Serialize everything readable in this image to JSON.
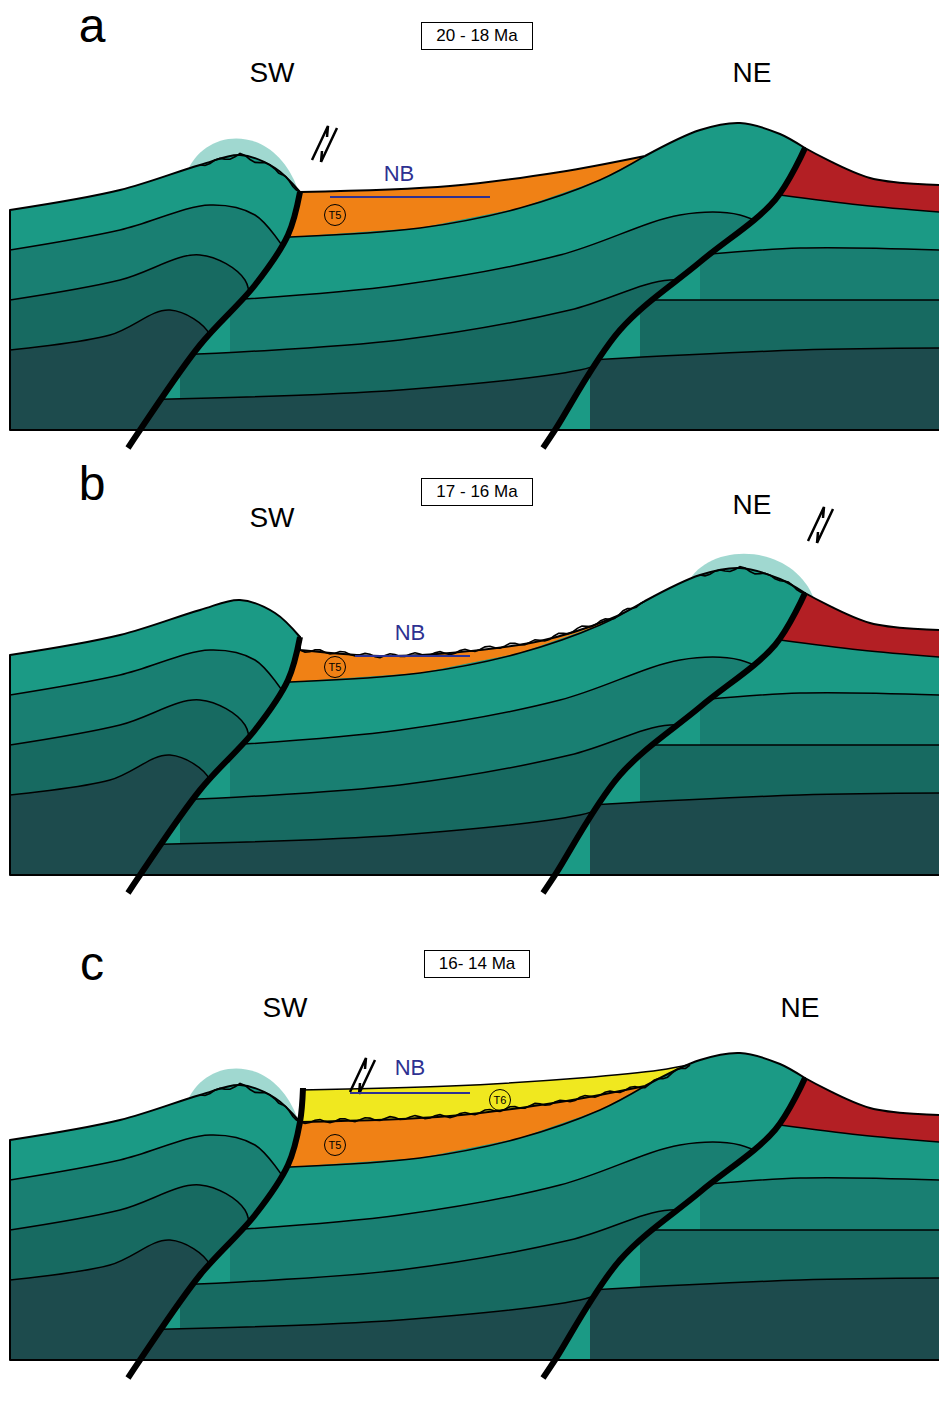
{
  "diagram": {
    "nodes": [
      {
        "text": [
          "20 - 18 Ma"
        ]
      },
      {
        "text": [
          "T5"
        ]
      },
      {
        "text": [
          "17 - 16 Ma"
        ]
      },
      {
        "text": [
          "T5"
        ]
      },
      {
        "text": [
          "16- 14 Ma"
        ]
      },
      {
        "text": [
          "T6"
        ]
      },
      {
        "text": [
          "T5"
        ]
      }
    ],
    "labels": [
      "a",
      "SW",
      "NE",
      "NB",
      "b",
      "SW",
      "NE",
      "NB",
      "c",
      "SW",
      "NE",
      "NB"
    ]
  }
}
